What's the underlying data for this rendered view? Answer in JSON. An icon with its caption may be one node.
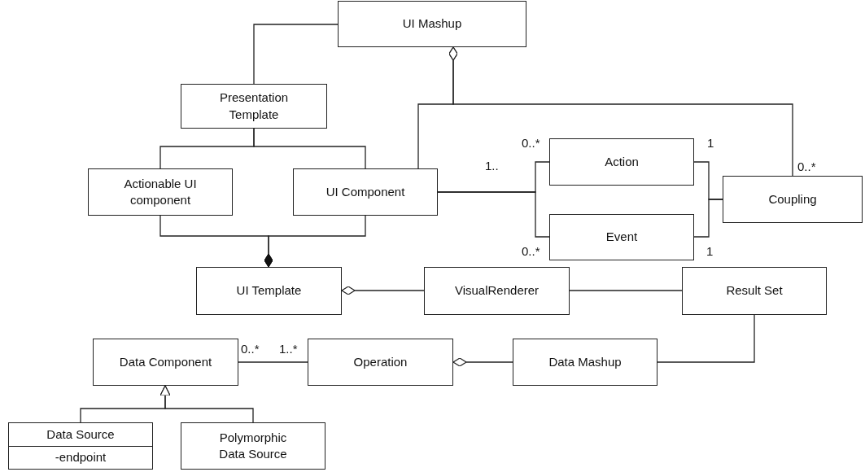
{
  "diagram": {
    "nodes": [
      {
        "text": [
          "UI Mashup"
        ]
      },
      {
        "text": [
          "Presentation Template"
        ]
      },
      {
        "text": [
          "Actionable UI component"
        ]
      },
      {
        "text": [
          "UI Component"
        ]
      },
      {
        "text": [
          "Action"
        ]
      },
      {
        "text": [
          "Event"
        ]
      },
      {
        "text": [
          "Coupling"
        ]
      },
      {
        "text": [
          "UI Template"
        ]
      },
      {
        "text": [
          "VisualRenderer"
        ]
      },
      {
        "text": [
          "Result Set"
        ]
      },
      {
        "text": [
          "Data Component"
        ]
      },
      {
        "text": [
          "Operation"
        ]
      },
      {
        "text": [
          "Data Mashup"
        ]
      },
      {
        "text": [
          "Data Source",
          "-endpoint"
        ]
      },
      {
        "text": [
          "Polymorphic Data Source"
        ]
      }
    ],
    "edges": [
      {
        "from": 0,
        "to": 1,
        "arrow": "none"
      },
      {
        "from": 1,
        "to": 2,
        "arrow": "none"
      },
      {
        "from": 1,
        "to": 3,
        "arrow": "none"
      },
      {
        "from": 2,
        "to": 7,
        "arrow": "other"
      },
      {
        "from": 3,
        "to": 7,
        "arrow": "other"
      },
      {
        "from": 3,
        "to": 0,
        "arrow": "other"
      },
      {
        "from": 6,
        "to": 0,
        "arrow": "other"
      },
      {
        "from": 3,
        "to": 4,
        "arrow": "none"
      },
      {
        "from": 3,
        "to": 5,
        "arrow": "none"
      },
      {
        "from": 4,
        "to": 6,
        "arrow": "none"
      },
      {
        "from": 5,
        "to": 6,
        "arrow": "none"
      },
      {
        "from": 8,
        "to": 7,
        "arrow": "other"
      },
      {
        "from": 8,
        "to": 9,
        "arrow": "none"
      },
      {
        "from": 12,
        "to": 9,
        "arrow": "none"
      },
      {
        "from": 12,
        "to": 11,
        "arrow": "other"
      },
      {
        "from": 10,
        "to": 11,
        "arrow": "none"
      },
      {
        "from": 13,
        "to": 10,
        "arrow": "to"
      },
      {
        "from": 14,
        "to": 10,
        "arrow": "to"
      }
    ],
    "labels": [
      "0..*",
      "1",
      "1..",
      "0..*",
      "0..*",
      "1",
      "0..*",
      "1..*"
    ]
  }
}
